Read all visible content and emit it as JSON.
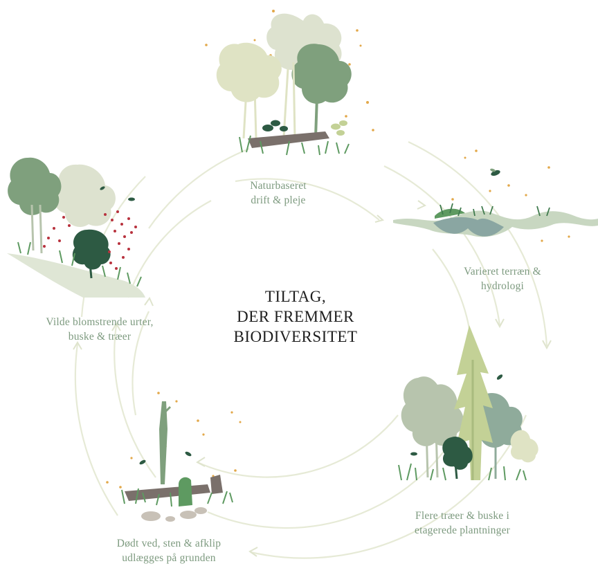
{
  "center_title": [
    "TILTAG,",
    "DER FREMMER",
    "BIODIVERSITET"
  ],
  "stages": {
    "top": [
      "Naturbaseret",
      "drift & pleje"
    ],
    "right": [
      "Varieret terræn &",
      "hydrologi"
    ],
    "bottom_right": [
      "Flere træer & buske i",
      "etagerede plantninger"
    ],
    "bottom_left": [
      "Dødt ved, sten & afklip",
      "udlægges på grunden"
    ],
    "left": [
      "Vilde blomstrende urter,",
      "buske & træer"
    ]
  },
  "colors": {
    "ring": "#e6ead6",
    "label_text": "#7d9a7f",
    "title_text": "#1e1e1e",
    "pale_tree": "#dde2cf",
    "mid_tree": "#7fa07d",
    "dark_tree": "#2d5a43",
    "yellow_green": "#c3d196",
    "wood": "#7a706b",
    "water": "#8aa6a2",
    "pollen": "#e2a84a",
    "berries": "#b8323e"
  }
}
